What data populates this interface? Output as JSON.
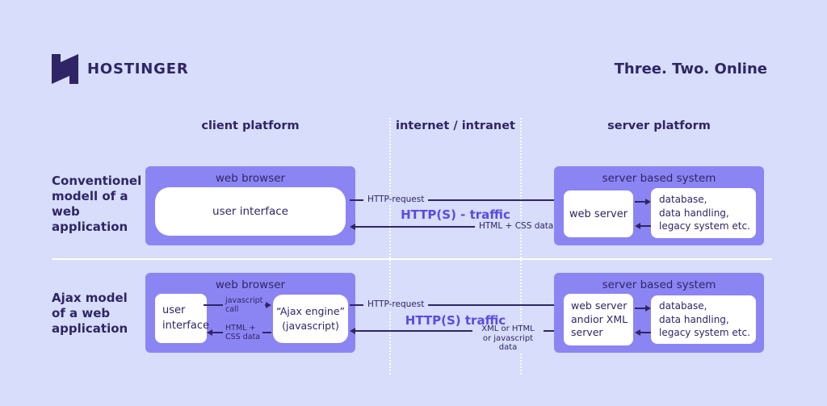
{
  "colors": {
    "background": "#d7ddfa",
    "panel_purple": "#8b85f3",
    "dark_navy": "#2f2566",
    "accent_purple": "#5b4be1",
    "white": "#ffffff"
  },
  "header": {
    "logo_text": "HOSTINGER",
    "tagline": "Three. Two. Online"
  },
  "columns": {
    "client": "client platform",
    "internet": "internet / intranet",
    "server": "server platform"
  },
  "conventional": {
    "label": "Conventionel\nmodell of a\nweb\napplication",
    "client": {
      "title": "web browser",
      "user_interface": "user interface"
    },
    "middle": {
      "request": "HTTP-request",
      "traffic": "HTTP(S) - traffic",
      "response": "HTML + CSS data"
    },
    "server": {
      "title": "server based system",
      "web_server": "web server",
      "backend": "database,\ndata handling,\nlegacy system etc."
    }
  },
  "ajax": {
    "label": "Ajax model\nof a web\napplication",
    "client": {
      "title": "web browser",
      "user_interface": "user\ninterface",
      "js_call": "javascript\ncall",
      "html_css": "HTML +\nCSS data",
      "ajax_engine": "“Ajax engine”\n(javascript)"
    },
    "middle": {
      "request": "HTTP-request",
      "traffic": "HTTP(S) traffic",
      "response": "XML or HTML\nor javascript data"
    },
    "server": {
      "title": "server based system",
      "web_server": "web server\nandior XML\nserver",
      "backend": "database,\ndata handling,\nlegacy system etc."
    }
  }
}
